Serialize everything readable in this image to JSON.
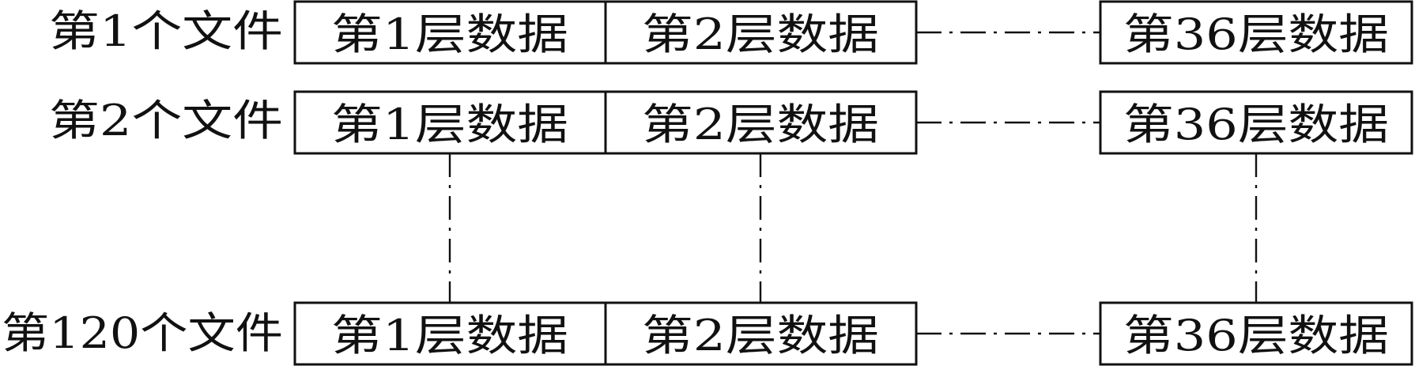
{
  "rows": [
    {
      "file_label": "第1个文件",
      "cells": [
        "第1层数据",
        "第2层数据",
        "第36层数据"
      ]
    },
    {
      "file_label": "第2个文件",
      "cells": [
        "第1层数据",
        "第2层数据",
        "第36层数据"
      ]
    },
    {
      "file_label": "第120个文件",
      "cells": [
        "第1层数据",
        "第2层数据",
        "第36层数据"
      ]
    }
  ],
  "colors": {
    "line": "#111111",
    "background": "#ffffff"
  }
}
